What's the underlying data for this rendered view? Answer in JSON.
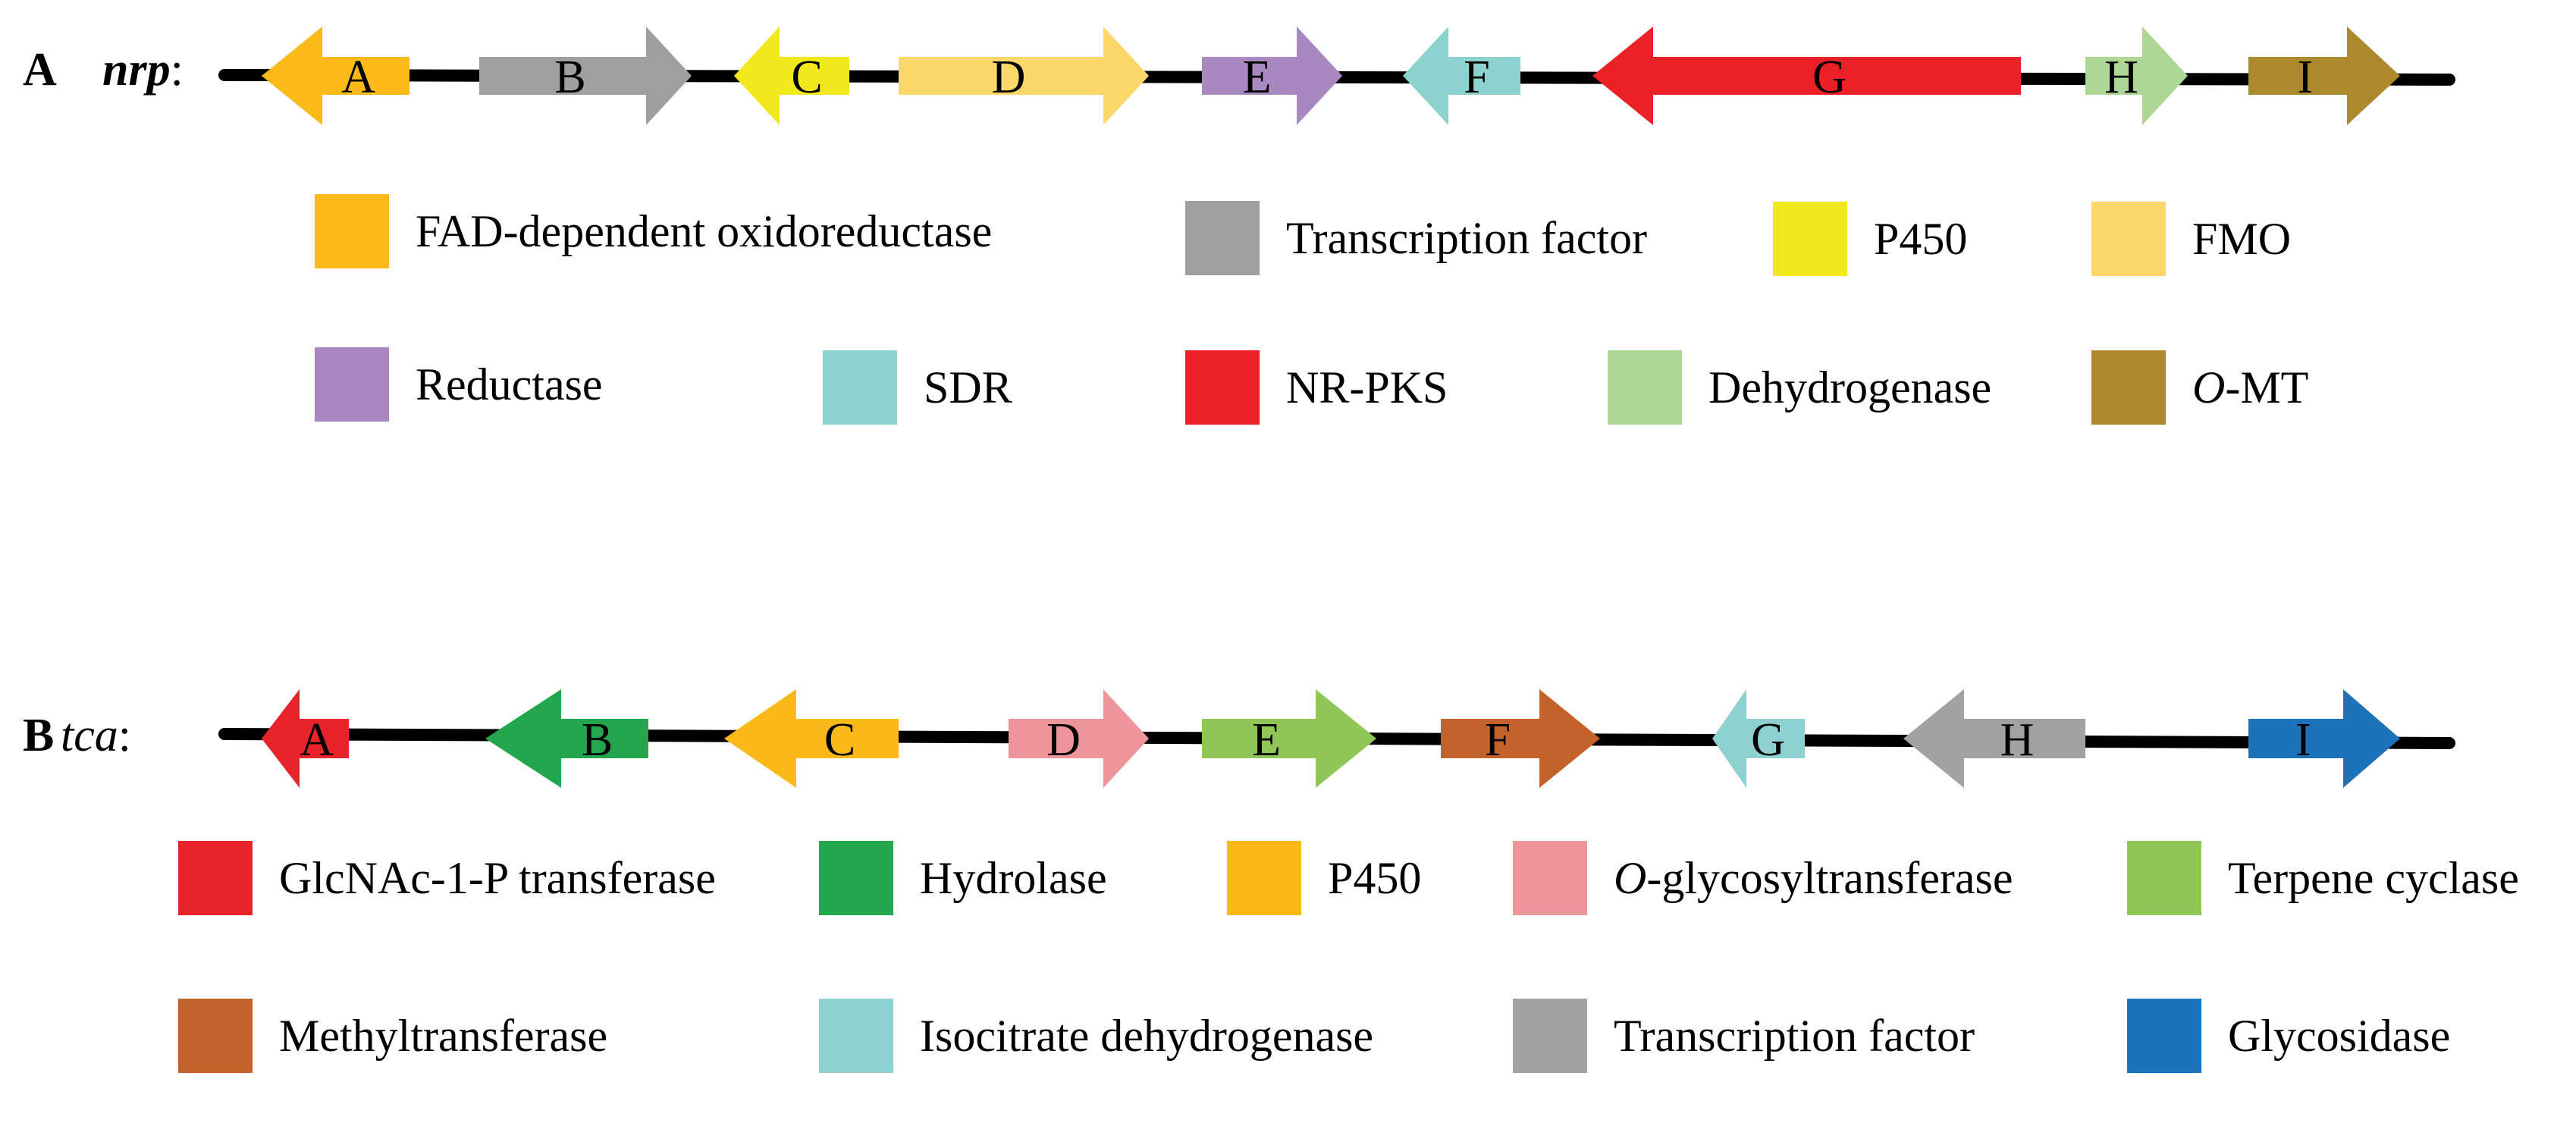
{
  "panels": [
    {
      "letter": "A",
      "cluster": "nrp",
      "cluster_style": "bold-italic",
      "genes": [
        {
          "label": "A",
          "dir": "left",
          "color": "#FBBA17"
        },
        {
          "label": "B",
          "dir": "right",
          "color": "#9F9F9F"
        },
        {
          "label": "C",
          "dir": "left",
          "color": "#F2E81E"
        },
        {
          "label": "D",
          "dir": "right",
          "color": "#FCD86A"
        },
        {
          "label": "E",
          "dir": "right",
          "color": "#A987C1"
        },
        {
          "label": "F",
          "dir": "left",
          "color": "#8ED2D0"
        },
        {
          "label": "G",
          "dir": "left",
          "color": "#EB2027"
        },
        {
          "label": "H",
          "dir": "right",
          "color": "#AED694"
        },
        {
          "label": "I",
          "dir": "right",
          "color": "#AD892E"
        }
      ],
      "legend": [
        {
          "text": "FAD-dependent oxidoreductase",
          "color": "#FBBA17"
        },
        {
          "text": "Transcription factor",
          "color": "#9F9F9F"
        },
        {
          "text": "P450",
          "color": "#F2E81E"
        },
        {
          "text": "FMO",
          "color": "#FCD86A"
        },
        {
          "text": "Reductase",
          "color": "#A987C1"
        },
        {
          "text": "SDR",
          "color": "#8ED2D0"
        },
        {
          "text": "NR-PKS",
          "color": "#EB2027"
        },
        {
          "text": "Dehydrogenase",
          "color": "#AED694"
        },
        {
          "text": "-MT",
          "prefix_italic": "O",
          "color": "#AD892E"
        }
      ]
    },
    {
      "letter": "B",
      "cluster": "tca",
      "cluster_style": "italic",
      "genes": [
        {
          "label": "A",
          "dir": "left",
          "color": "#E9232A"
        },
        {
          "label": "B",
          "dir": "left",
          "color": "#22A74E"
        },
        {
          "label": "C",
          "dir": "left",
          "color": "#FBB918"
        },
        {
          "label": "D",
          "dir": "right",
          "color": "#EE959B"
        },
        {
          "label": "E",
          "dir": "right",
          "color": "#8FC657"
        },
        {
          "label": "F",
          "dir": "right",
          "color": "#C3622A"
        },
        {
          "label": "G",
          "dir": "left",
          "color": "#8DD1D1"
        },
        {
          "label": "H",
          "dir": "left",
          "color": "#A2A2A2"
        },
        {
          "label": "I",
          "dir": "right",
          "color": "#1C73B9"
        }
      ],
      "legend": [
        {
          "text": "GlcNAc-1-P transferase",
          "color": "#E9232A"
        },
        {
          "text": "Hydrolase",
          "color": "#22A74E"
        },
        {
          "text": "P450",
          "color": "#FBB918"
        },
        {
          "text": "-glycosyltransferase",
          "prefix_italic": "O",
          "color": "#EE959B"
        },
        {
          "text": "Terpene cyclase",
          "color": "#8FC657"
        },
        {
          "text": "Methyltransferase",
          "color": "#C3622A"
        },
        {
          "text": "Isocitrate dehydrogenase",
          "color": "#8DD1D1"
        },
        {
          "text": "Transcription factor",
          "color": "#A2A2A2"
        },
        {
          "text": "Glycosidase",
          "color": "#1C73B9"
        }
      ]
    }
  ]
}
